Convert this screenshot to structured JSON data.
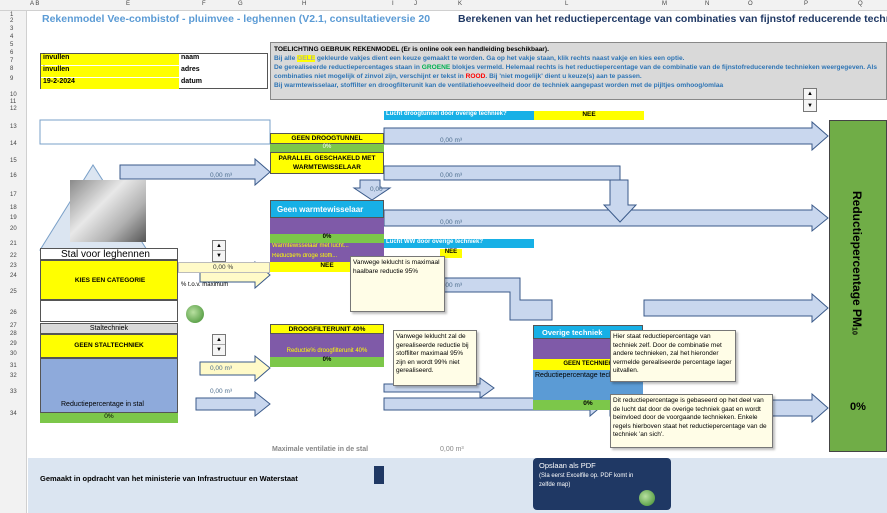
{
  "columns": [
    "A B",
    "E",
    "F",
    "G",
    "H",
    "I",
    "J",
    "K",
    "L",
    "M",
    "N",
    "O",
    "P",
    "Q"
  ],
  "rows": [
    "1",
    "2",
    "3",
    "4",
    "5",
    "6",
    "7",
    "8",
    "9",
    "10",
    "11",
    "12",
    "13",
    "14",
    "15",
    "16",
    "17",
    "18",
    "19",
    "20",
    "21",
    "22",
    "23",
    "24",
    "25",
    "26",
    "27",
    "28",
    "29",
    "30",
    "31",
    "32",
    "33",
    "34"
  ],
  "title": {
    "left": "Rekenmodel Vee-combistof - pluimvee - leghennen (V2.1, consultatieversie 20",
    "right": "Berekenen van het reductiepercentage van combinaties van fijnstof reducerende technieken"
  },
  "info": {
    "naam_value": "invullen",
    "naam_label": "naam",
    "adres_value": "invullen",
    "adres_label": "adres",
    "datum_value": "19-2-2024",
    "datum_label": "datum"
  },
  "toelichting": {
    "heading": "TOELICHTING GEBRUIK REKENMODEL (Er is online ook een handleiding beschikbaar).",
    "line1_pre": "Bij alle",
    "line1_hl": "GELE",
    "line1_post": "gekleurde vakjes dient een keuze gemaakt te worden. Ga op het vakje staan, klik rechts naast vakje en kies een optie.",
    "line2_pre": "De gerealiseerde reductiepercentages staan in",
    "line2_hl": "GROENE",
    "line2_post": "blokjes vermeld. Helemaal rechts is het reductiepercentage van de combinatie van de fijnstofreducerende technieken weergegeven. Als combinaties niet mogelijk of zinvol zijn, verschijnt er tekst in",
    "line2_red": "ROOD",
    "line2_end": ". Bij 'niet mogelijk' dient u keuze(s) aan te passen.",
    "line3": "Bij warmtewisselaar, stoffilter en droogfilterunit kan de ventilatiehoeveelheid door de techniek aangepast worden met de pijltjes omhoog/omlaa"
  },
  "droogtunnel_q": {
    "label": "Lucht droogtunnel door overige techniek?",
    "value": "NEE"
  },
  "droogtunnel": {
    "title": "GEEN DROOGTUNNEL",
    "pct": "0%",
    "parallel": "PARALLEL GESCHAKELD MET WARMTEWISSELAAR"
  },
  "flows": {
    "v1": "0,00",
    "v2": "0,00",
    "v3": "0,00",
    "v4": "0,00",
    "v5": "0,00",
    "v6": "0,00",
    "v7": "0,00",
    "v8": "0,00",
    "unit": "m³"
  },
  "warmte": {
    "title": "Geen warmtewisselaar",
    "pct": "0%",
    "label1": "Warmtewisselaar met lucht...",
    "label2": "Reductie% droge stoffi...",
    "nee": "NEE"
  },
  "ww_q": {
    "label": "Lucht WW door overige techniek?",
    "value": "NEE"
  },
  "stal": {
    "title": "Stal voor leghennen",
    "pct_label": "0,00 %",
    "pct_suffix": "% t.o.v. maximum",
    "kies": "KIES EEN CATEGORIE"
  },
  "staltechniek": {
    "header": "Staltechniek",
    "value": "GEEN STALTECHNIEK",
    "reductie_label": "Reductiepercentage in stal",
    "pct": "0%"
  },
  "droogfilter": {
    "title": "DROOGFILTERUNIT 40%",
    "label": "Reductie% droogfilterunit 40%",
    "pct": "0%"
  },
  "overige": {
    "title": "Overige techniek",
    "geen": "GEEN TECHNIEK",
    "reductie": "Reductiepercentage techniek",
    "pct": "0%"
  },
  "notes": {
    "n1": "Vanwege leklucht is maximaal haalbare reductie 95%",
    "n2": "Vanwege leklucht zal de gerealiseerde reductie bij stoffilter maximaal 95% zijn en wordt 99% niet gerealiseerd.",
    "n3": "Hier staat reductiepercentage van techniek zelf. Door de combinatie met andere technieken, zal het hieronder vermelde gerealiseerde percentage lager uitvallen.",
    "n4": "Dit reductiepercentage is gebaseerd op het deel van de lucht dat door de overige techniek gaat en wordt beinvloed door de voorgaande technieken. Enkele regels hierboven staat het reductiepercentage van de techniek 'an sich'."
  },
  "result": {
    "label": "Reductiepercentage PM",
    "sub": "10",
    "pct": "0%"
  },
  "max_vent": {
    "label": "Maximale ventilatie in de stal",
    "value": "0,00",
    "unit": "m³"
  },
  "footer": {
    "text": "Gemaakt in opdracht van het ministerie van Infrastructuur en Waterstaat",
    "pdf_title": "Opslaan als PDF",
    "pdf_note": "(Sla eerst Excelfile op. PDF komt in zelfde map)"
  },
  "colors": {
    "yellow": "#ffff00",
    "green": "#70ad47",
    "purple": "#7f5aa8",
    "blue": "#5b9bd5",
    "title": "#3d85c6"
  }
}
